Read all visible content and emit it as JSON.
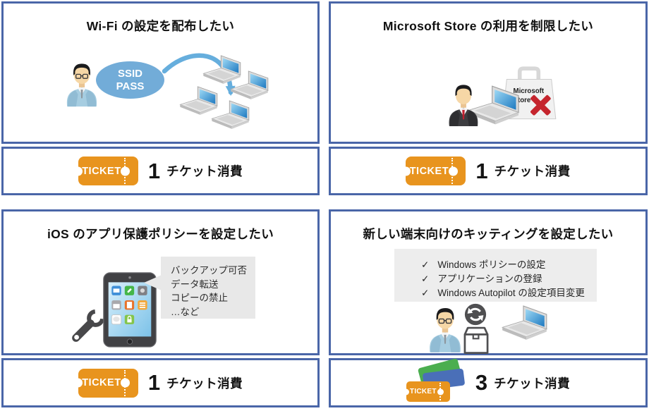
{
  "ticket_word": "TICKET",
  "colors": {
    "panel_border_blue": "#4a66a8",
    "ticket_orange": "#e8941e",
    "ticket_green": "#4bae4f",
    "ticket_blue": "#4a6fb8",
    "bubble_blue": "#72acd8",
    "arrow_blue": "#66aedd",
    "callout_gray": "#e8e8e8",
    "checklist_gray": "#ededed",
    "prohibited_red": "#c5252e"
  },
  "panels": [
    {
      "id": "wifi-distribution",
      "title": "Wi-Fi の設定を配布したい",
      "bubble_lines": [
        "SSID",
        "PASS"
      ],
      "icons": [
        "worker-person-icon",
        "ssid-pass-bubble",
        "distribution-arrow-icon",
        "laptop-icon",
        "laptop-icon",
        "laptop-icon",
        "laptop-icon",
        "ticket-icon"
      ],
      "ticket_count": "1",
      "ticket_label": "チケット消費"
    },
    {
      "id": "microsoft-store-restriction",
      "title": "Microsoft Store の利用を制限したい",
      "bag_lines": [
        "Microsoft",
        "Store"
      ],
      "icons": [
        "businessman-icon",
        "laptop-icon",
        "store-bag-icon",
        "prohibited-cross-icon",
        "ticket-icon"
      ],
      "ticket_count": "1",
      "ticket_label": "チケット消費"
    },
    {
      "id": "ios-app-protection",
      "title": "iOS のアプリ保護ポリシーを設定したい",
      "callout_lines": [
        "バックアップ可否",
        "データ転送",
        "コピーの禁止",
        "…など"
      ],
      "icons": [
        "wrench-icon",
        "tablet-icon",
        "callout-bubble",
        "ticket-icon"
      ],
      "ticket_count": "1",
      "ticket_label": "チケット消費"
    },
    {
      "id": "kitting-setup",
      "title": "新しい端末向けのキッティングを設定したい",
      "check_glyph": "✓",
      "checklist": [
        "Windows ポリシーの設定",
        "アプリケーションの登録",
        "Windows Autopilot の設定項目変更"
      ],
      "icons": [
        "worker-person-icon",
        "sync-icon",
        "package-box-icon",
        "laptop-icon",
        "ticket-stack-icon"
      ],
      "ticket_count": "3",
      "ticket_label": "チケット消費"
    }
  ]
}
